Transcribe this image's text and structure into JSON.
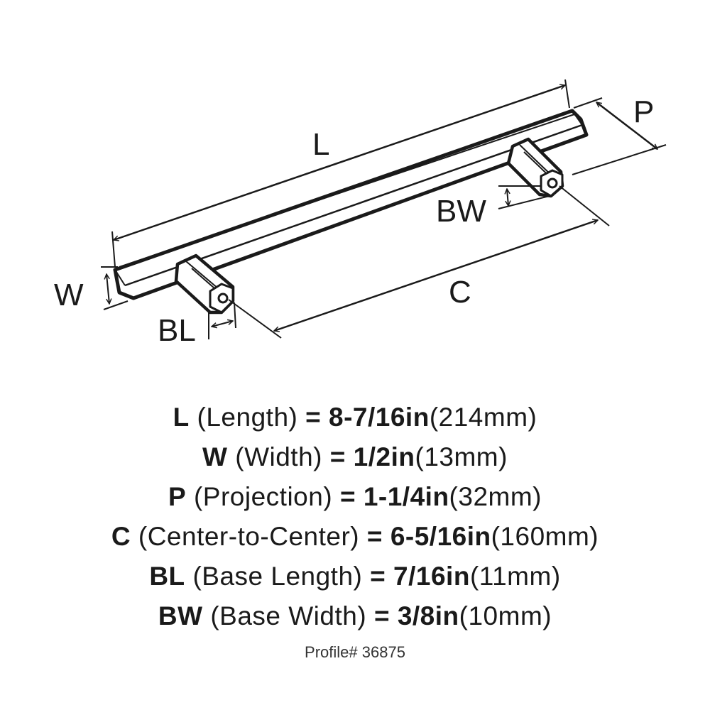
{
  "diagram_labels": {
    "length": "L",
    "width": "W",
    "projection": "P",
    "center_to_center": "C",
    "base_length": "BL",
    "base_width": "BW"
  },
  "specs": [
    {
      "key": "L",
      "desc": "(Length)",
      "eq": "=",
      "value": "8-7/16in",
      "metric": "(214mm)"
    },
    {
      "key": "W",
      "desc": "(Width)",
      "eq": "=",
      "value": "1/2in",
      "metric": "(13mm)"
    },
    {
      "key": "P",
      "desc": "(Projection)",
      "eq": "=",
      "value": "1-1/4in",
      "metric": "(32mm)"
    },
    {
      "key": "C",
      "desc": "(Center-to-Center)",
      "eq": "=",
      "value": "6-5/16in",
      "metric": "(160mm)"
    },
    {
      "key": "BL",
      "desc": "(Base Length)",
      "eq": "=",
      "value": "7/16in",
      "metric": "(11mm)"
    },
    {
      "key": "BW",
      "desc": "(Base Width)",
      "eq": "=",
      "value": "3/8in",
      "metric": "(10mm)"
    }
  ],
  "profile": "Profile# 36875",
  "colors": {
    "ink": "#1a1a1a",
    "background": "#ffffff"
  }
}
